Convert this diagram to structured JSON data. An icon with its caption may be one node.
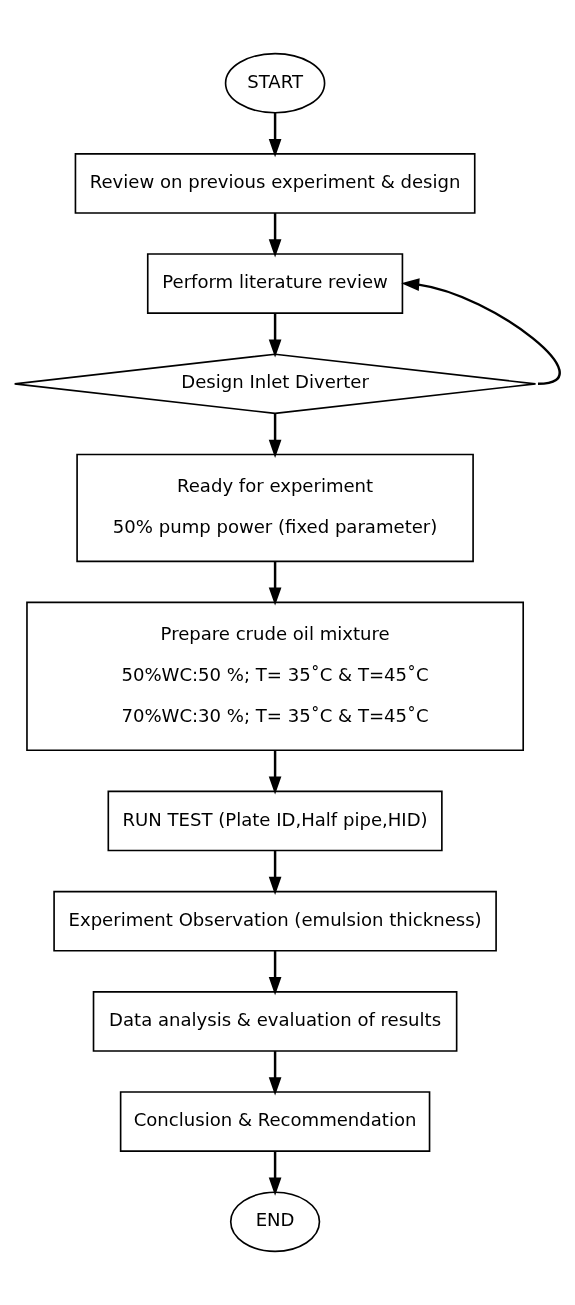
{
  "diagram": {
    "nodes": [
      {
        "text": [
          "START"
        ]
      },
      {
        "text": [
          "Review on previous experiment & design"
        ]
      },
      {
        "text": [
          "Perform literature review"
        ]
      },
      {
        "text": [
          "Design Inlet Diverter"
        ]
      },
      {
        "text": [
          "Ready for experiment",
          "50% pump power (fixed parameter)"
        ]
      },
      {
        "text": [
          "Prepare crude oil mixture",
          "50%WC:50 %; T= 35˚C & T=45˚C",
          "70%WC:30 %; T= 35˚C & T=45˚C"
        ]
      },
      {
        "text": [
          "RUN TEST (Plate ID,Half pipe,HID)"
        ]
      },
      {
        "text": [
          "Experiment Observation (emulsion thickness)"
        ]
      },
      {
        "text": [
          "Data analysis & evaluation of results"
        ]
      },
      {
        "text": [
          "Conclusion & Recommendation"
        ]
      },
      {
        "text": [
          "END"
        ]
      }
    ],
    "edges": [
      {
        "from": 0,
        "to": 1,
        "arrow": "to"
      },
      {
        "from": 1,
        "to": 2,
        "arrow": "to"
      },
      {
        "from": 2,
        "to": 3,
        "arrow": "to"
      },
      {
        "from": 3,
        "to": 4,
        "arrow": "to"
      },
      {
        "from": 4,
        "to": 5,
        "arrow": "to"
      },
      {
        "from": 5,
        "to": 6,
        "arrow": "to"
      },
      {
        "from": 6,
        "to": 7,
        "arrow": "to"
      },
      {
        "from": 7,
        "to": 8,
        "arrow": "to"
      },
      {
        "from": 8,
        "to": 9,
        "arrow": "to"
      },
      {
        "from": 9,
        "to": 10,
        "arrow": "to"
      },
      {
        "from": 3,
        "to": 2,
        "arrow": "to"
      }
    ]
  }
}
